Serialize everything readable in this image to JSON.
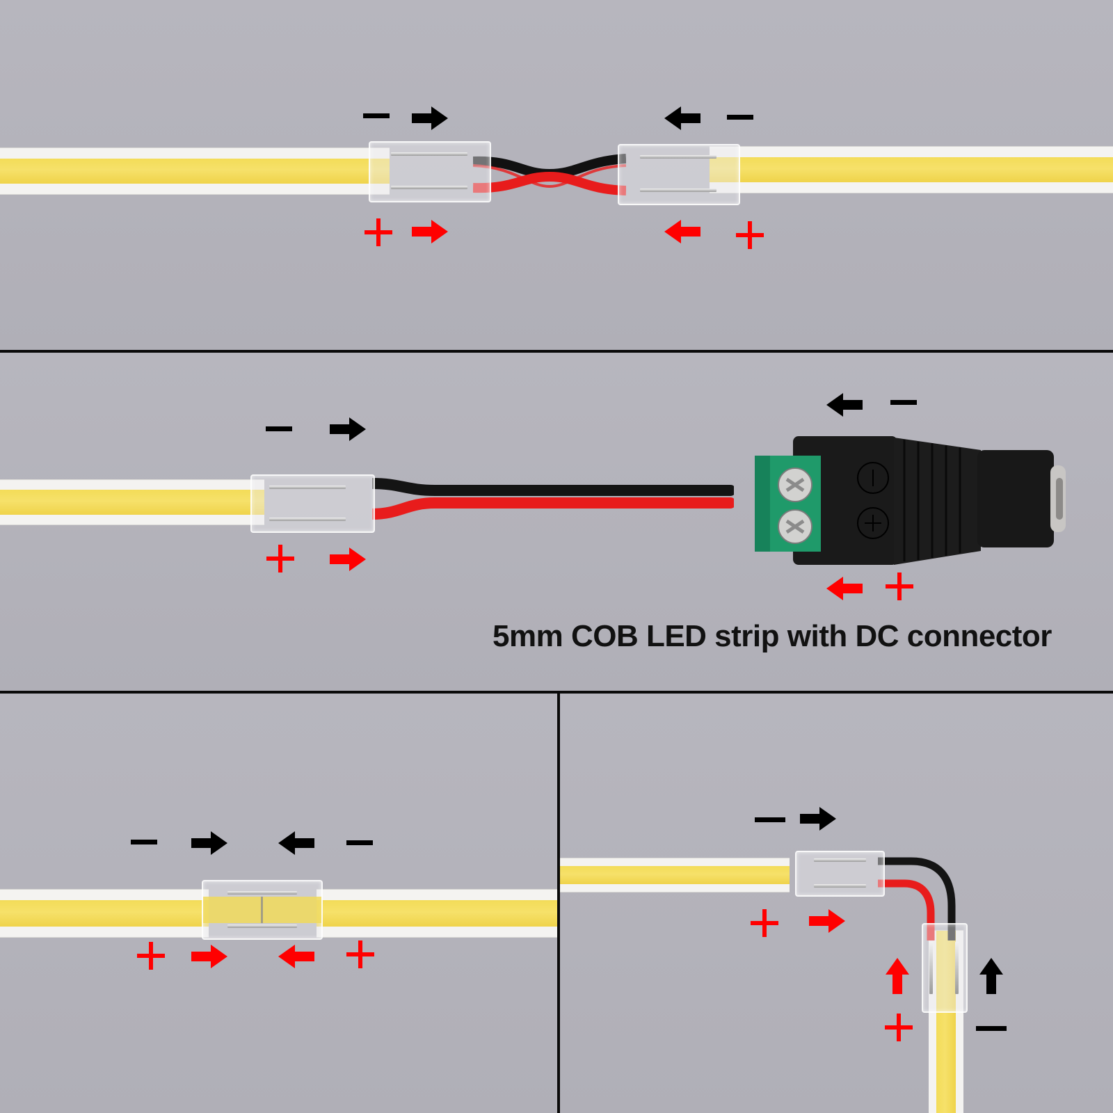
{
  "caption": "5mm COB LED strip with DC connector",
  "colors": {
    "background": "#b4b3bb",
    "led_yellow": "#f4dd5c",
    "strip_white": "#f4f3f1",
    "positive": "#ff0000",
    "negative": "#000000",
    "terminal_green": "#1f9a6a",
    "divider": "#0a0a0a"
  },
  "panels": [
    {
      "id": "panel-1",
      "description": "Strip-to-strip jumper connector with wire",
      "labels": {
        "left_top": "−",
        "left_top_arrow": "right",
        "right_top": "−",
        "right_top_arrow": "left",
        "left_bottom": "+",
        "left_bottom_arrow": "right",
        "right_bottom": "+",
        "right_bottom_arrow": "left"
      }
    },
    {
      "id": "panel-2",
      "description": "Strip to DC female jack connector",
      "labels": {
        "left_top": "−",
        "left_top_arrow": "right",
        "left_bottom": "+",
        "left_bottom_arrow": "right",
        "dc_top": "−",
        "dc_top_arrow": "left",
        "dc_bottom": "+",
        "dc_bottom_arrow": "left"
      },
      "dc_markings": [
        "⊖",
        "⊕"
      ]
    },
    {
      "id": "panel-3",
      "description": "Straight strip-to-strip gapless connector",
      "labels": {
        "left_top": "−",
        "left_top_arrow": "right",
        "right_top": "−",
        "right_top_arrow": "left",
        "left_bottom": "+",
        "left_bottom_arrow": "right",
        "right_bottom": "+",
        "right_bottom_arrow": "left"
      }
    },
    {
      "id": "panel-4",
      "description": "L-shape corner connector",
      "labels": {
        "h_top": "−",
        "h_top_arrow": "right",
        "h_bottom": "+",
        "h_bottom_arrow": "right",
        "v_left": "+",
        "v_left_arrow": "up",
        "v_right": "−",
        "v_right_arrow": "up"
      }
    }
  ]
}
